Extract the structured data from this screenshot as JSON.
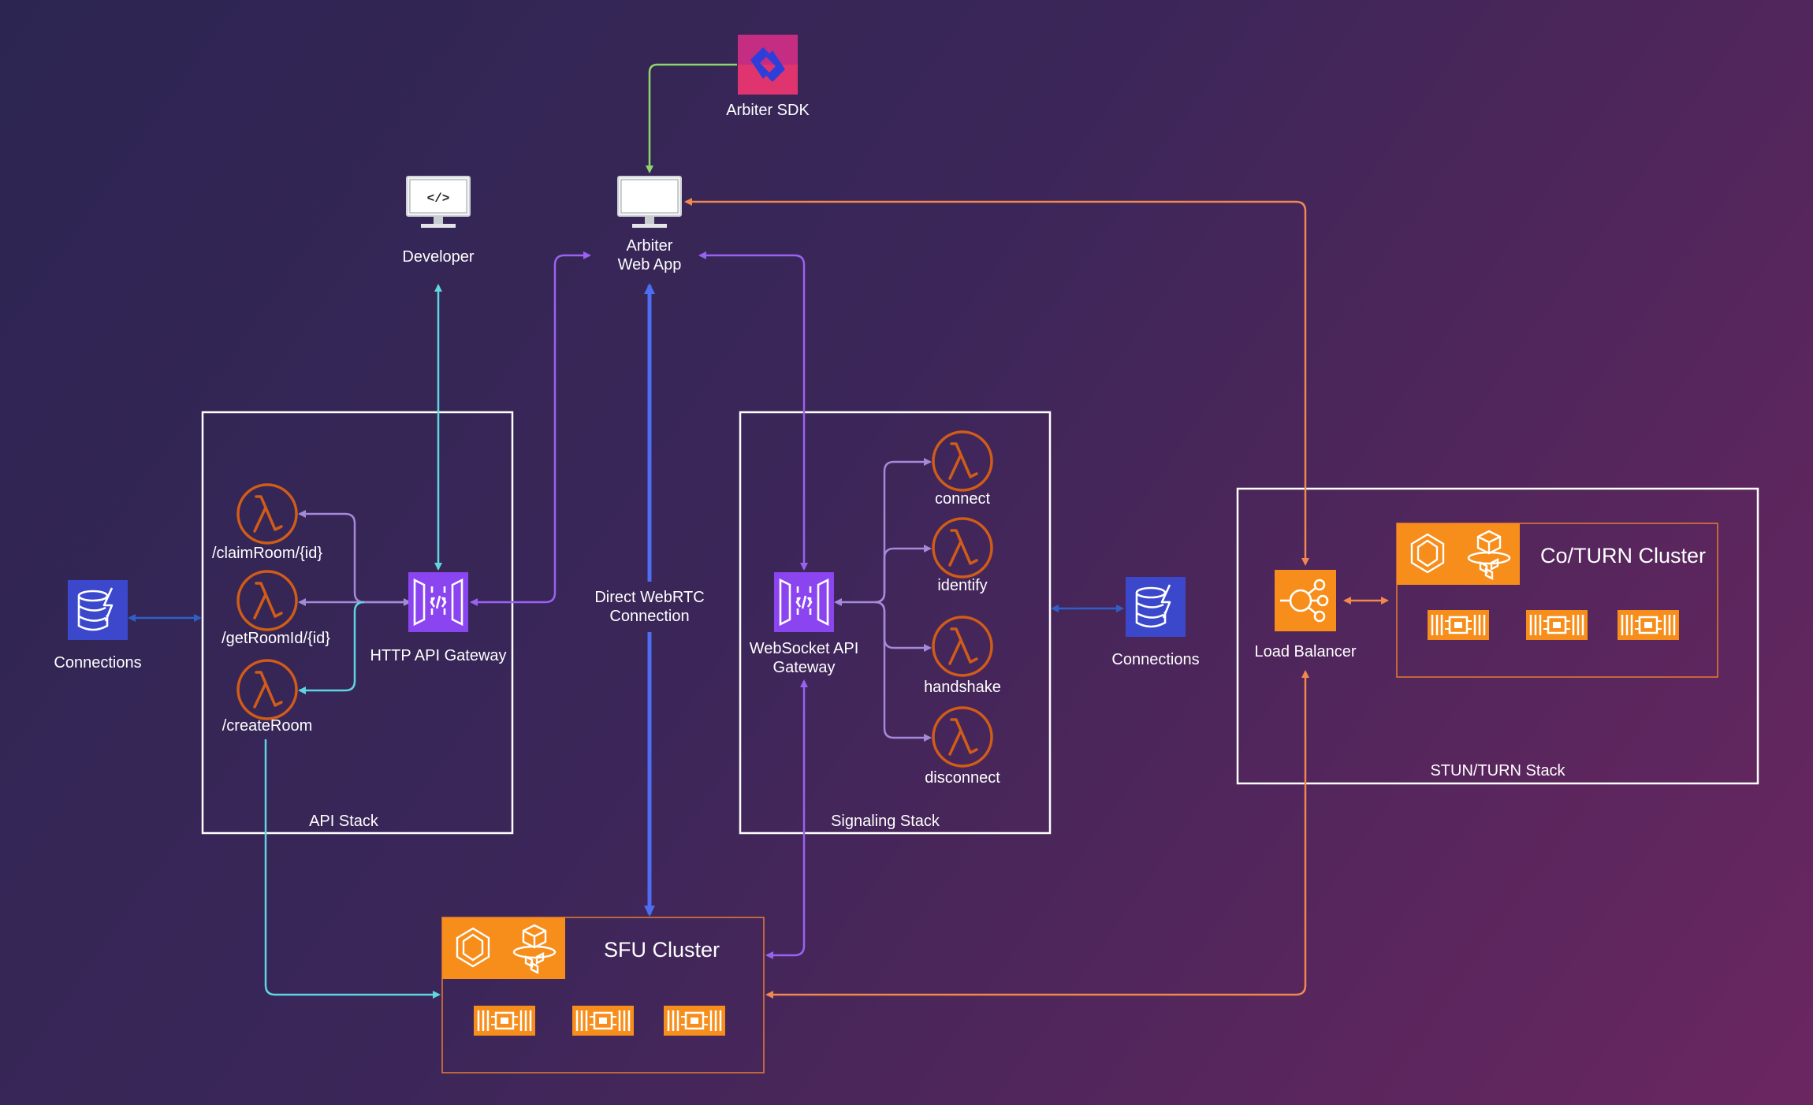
{
  "title": "",
  "nodes": {
    "arbiter_sdk": {
      "label": "Arbiter SDK",
      "icon": "arbiter-sdk-logo-icon"
    },
    "developer": {
      "label": "Developer",
      "icon": "developer-monitor-icon"
    },
    "web_app": {
      "label": "Arbiter\nWeb App",
      "icon": "web-app-monitor-icon"
    },
    "connections_left": {
      "label": "Connections",
      "icon": "dynamodb-icon"
    },
    "connections_right": {
      "label": "Connections",
      "icon": "dynamodb-icon"
    },
    "http_gateway": {
      "label": "HTTP API Gateway",
      "icon": "api-gateway-icon"
    },
    "ws_gateway": {
      "label": "WebSocket API\nGateway",
      "icon": "api-gateway-icon"
    },
    "lambda_claim": {
      "label": "/claimRoom/{id}",
      "icon": "lambda-icon"
    },
    "lambda_get": {
      "label": "/getRoomId/{id}",
      "icon": "lambda-icon"
    },
    "lambda_create": {
      "label": "/createRoom",
      "icon": "lambda-icon"
    },
    "lambda_connect": {
      "label": "connect",
      "icon": "lambda-icon"
    },
    "lambda_identify": {
      "label": "identify",
      "icon": "lambda-icon"
    },
    "lambda_handshake": {
      "label": "handshake",
      "icon": "lambda-icon"
    },
    "lambda_disconnect": {
      "label": "disconnect",
      "icon": "lambda-icon"
    },
    "load_balancer": {
      "label": "Load Balancer",
      "icon": "load-balancer-icon"
    },
    "direct_webrtc": {
      "label": "Direct WebRTC\nConnection"
    }
  },
  "groups": {
    "api_stack": {
      "label": "API Stack"
    },
    "signaling_stack": {
      "label": "Signaling Stack"
    },
    "stun_turn_stack": {
      "label": "STUN/TURN Stack"
    },
    "sfu_cluster": {
      "label": "SFU Cluster"
    },
    "coturn_cluster": {
      "label": "Co/TURN Cluster"
    }
  },
  "colors": {
    "purple_edge": "#9a62f0",
    "lavender_edge": "#a48ad8",
    "cyan_edge": "#5fd6df",
    "blue_edge": "#4e6df0",
    "orange_edge": "#f0884f",
    "green_edge": "#8fd66a",
    "dynamo_blue": "#3b48cc",
    "lambda_orange": "#d05c17",
    "ecs_orange": "#f78e1b",
    "gateway_purple": "#8b45f0"
  }
}
